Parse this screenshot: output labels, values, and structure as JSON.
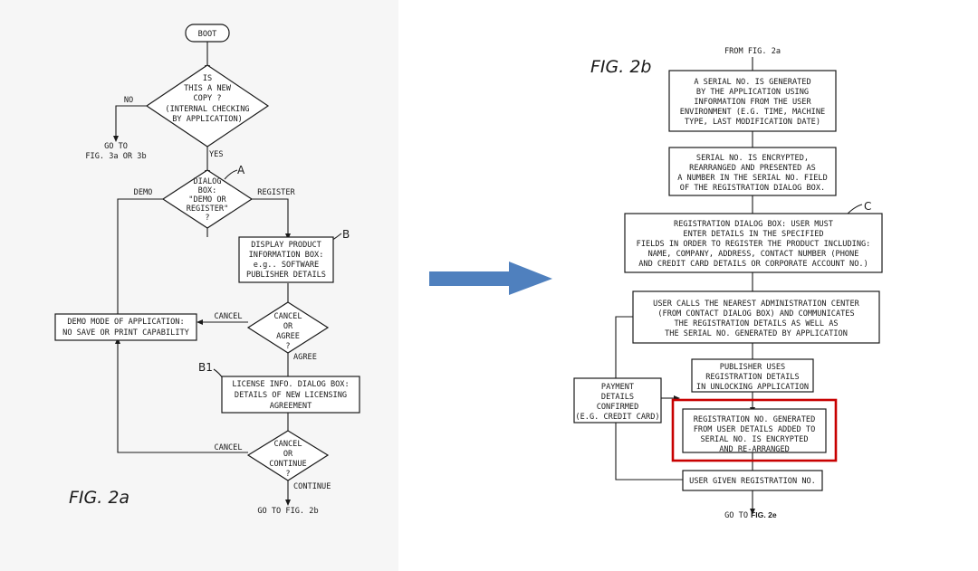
{
  "fig_a": {
    "title": "FIG. 2a",
    "boot": "BOOT",
    "q_new_copy": [
      "IS",
      "THIS A NEW",
      "COPY ?",
      "(INTERNAL CHECKING",
      "BY APPLICATION)"
    ],
    "no": "NO",
    "yes": "YES",
    "goto_3": [
      "GO TO",
      "FIG. 3a OR 3b"
    ],
    "label_a": "A",
    "q_dialog": [
      "DIALOG",
      "BOX:",
      "\"DEMO OR",
      "REGISTER\"",
      "?"
    ],
    "demo": "DEMO",
    "register": "REGISTER",
    "label_b": "B",
    "product_box": [
      "DISPLAY PRODUCT",
      "INFORMATION BOX:",
      "e.g.. SOFTWARE",
      "PUBLISHER DETAILS"
    ],
    "demo_mode": [
      "DEMO MODE OF APPLICATION:",
      "NO SAVE OR PRINT CAPABILITY"
    ],
    "cancel_1": "CANCEL",
    "q_agree": [
      "CANCEL",
      "OR",
      "AGREE",
      "?"
    ],
    "agree": "AGREE",
    "label_b1": "B1",
    "license_box": [
      "LICENSE INFO. DIALOG BOX:",
      "DETAILS OF NEW LICENSING",
      "AGREEMENT"
    ],
    "cancel_2": "CANCEL",
    "q_continue": [
      "CANCEL",
      "OR",
      "CONTINUE",
      "?"
    ],
    "continue": "CONTINUE",
    "goto_2b": "GO TO FIG. 2b"
  },
  "fig_b": {
    "title": "FIG. 2b",
    "from": "FROM FIG. 2a",
    "serial_gen": [
      "A SERIAL NO. IS GENERATED",
      "BY THE APPLICATION USING",
      "INFORMATION FROM THE USER",
      "ENVIRONMENT (E.G. TIME, MACHINE",
      "TYPE, LAST MODIFICATION DATE)"
    ],
    "serial_enc": [
      "SERIAL NO. IS ENCRYPTED,",
      "REARRANGED AND PRESENTED AS",
      "A NUMBER IN THE SERIAL NO. FIELD",
      "OF THE REGISTRATION DIALOG BOX."
    ],
    "label_c": "C",
    "reg_dialog": [
      "REGISTRATION DIALOG BOX: USER MUST",
      "ENTER DETAILS IN THE SPECIFIED",
      "FIELDS IN ORDER TO REGISTER THE PRODUCT INCLUDING:",
      "NAME, COMPANY, ADDRESS, CONTACT NUMBER (PHONE",
      "AND CREDIT CARD DETAILS OR CORPORATE ACCOUNT NO.)"
    ],
    "user_calls": [
      "USER CALLS THE NEAREST ADMINISTRATION CENTER",
      "(FROM CONTACT DIALOG BOX) AND COMMUNICATES",
      "THE REGISTRATION DETAILS AS WELL AS",
      "THE SERIAL NO. GENERATED BY APPLICATION"
    ],
    "publisher": [
      "PUBLISHER USES",
      "REGISTRATION DETAILS",
      "IN UNLOCKING APPLICATION"
    ],
    "payment": [
      "PAYMENT",
      "DETAILS",
      "CONFIRMED",
      "(E.G. CREDIT CARD)"
    ],
    "reg_no_gen": [
      "REGISTRATION NO. GENERATED",
      "FROM USER DETAILS ADDED TO",
      "SERIAL NO. IS ENCRYPTED",
      "AND RE-ARRANGED"
    ],
    "user_given": "USER GIVEN REGISTRATION NO.",
    "goto_2e_prefix": "GO TO",
    "goto_2e_fig": "FIG. 2e"
  },
  "colors": {
    "highlight": "#c80000",
    "arrow": "#4f80be"
  }
}
